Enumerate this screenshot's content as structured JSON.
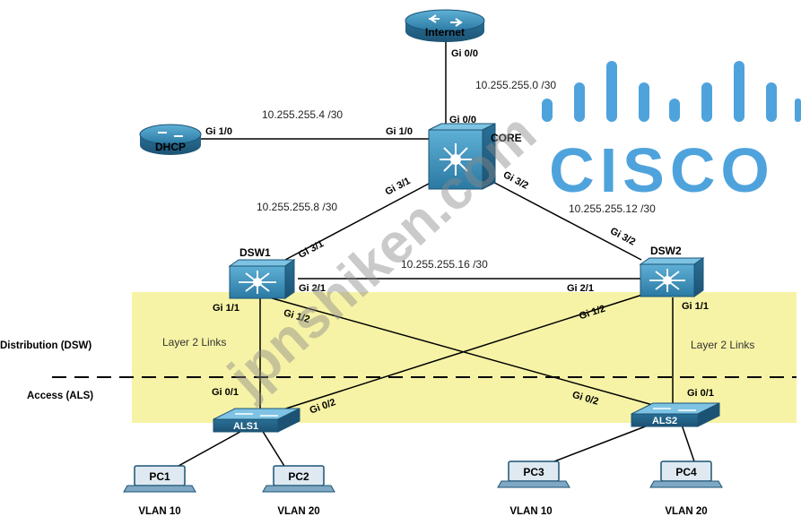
{
  "devices": {
    "internet": "Internet",
    "core": "CORE",
    "dhcp": "DHCP",
    "dsw1": "DSW1",
    "dsw2": "DSW2",
    "als1": "ALS1",
    "als2": "ALS2",
    "pc1": "PC1",
    "pc2": "PC2",
    "pc3": "PC3",
    "pc4": "PC4"
  },
  "interfaces": {
    "internet_gi00": "Gi 0/0",
    "core_gi00": "Gi 0/0",
    "dhcp_gi10": "Gi 1/0",
    "core_gi10": "Gi 1/0",
    "core_gi31": "Gi 3/1",
    "core_gi32": "Gi 3/2",
    "dsw1_gi31": "Gi 3/1",
    "dsw2_gi32": "Gi 3/2",
    "dsw1_gi21": "Gi 2/1",
    "dsw2_gi21": "Gi 2/1",
    "dsw1_gi11": "Gi 1/1",
    "dsw1_gi12": "Gi 1/2",
    "dsw2_gi12": "Gi 1/2",
    "dsw2_gi11": "Gi 1/1",
    "als1_gi01": "Gi 0/1",
    "als1_gi02": "Gi 0/2",
    "als2_gi02": "Gi 0/2",
    "als2_gi01": "Gi 0/1"
  },
  "subnets": {
    "internet_core": "10.255.255.0 /30",
    "dhcp_core": "10.255.255.4 /30",
    "core_dsw1": "10.255.255.8 /30",
    "core_dsw2": "10.255.255.12 /30",
    "dsw1_dsw2": "10.255.255.16 /30"
  },
  "zones": {
    "distribution": "Distribution (DSW)",
    "access": "Access (ALS)",
    "layer2_left": "Layer 2 Links",
    "layer2_right": "Layer 2 Links"
  },
  "vlans": {
    "pc1": "VLAN 10",
    "pc2": "VLAN 20",
    "pc3": "VLAN 10",
    "pc4": "VLAN 20"
  },
  "logo": {
    "text": "CISCO",
    "color": "#4fa3dc"
  },
  "watermark": {
    "text": "jpnshiken.com"
  },
  "colors": {
    "router": "#2f7fa8",
    "switch": "#2f7fa8",
    "zone_fill": "#f7f3a6",
    "line": "#000000"
  }
}
